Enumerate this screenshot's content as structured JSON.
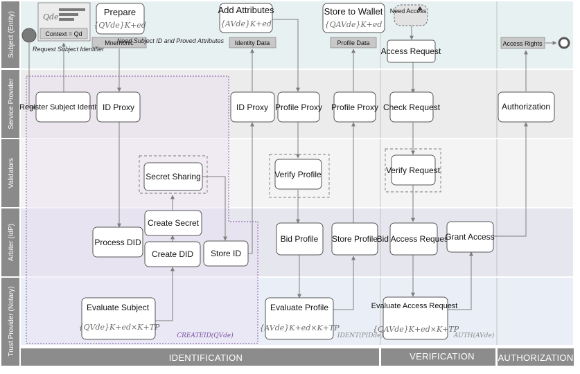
{
  "lanes": [
    "Subject (Entity)",
    "Service Provider",
    "Validators",
    "Arbiter (IdP)",
    "Trust Provider (Notary)"
  ],
  "phases": [
    "IDENTIFICATION",
    "VERIFICATION",
    "AUTHORIZATION"
  ],
  "nodes": {
    "prepare": "Prepare",
    "add_attributes": "Add Attributes",
    "store_to_wallet": "Store to Wallet",
    "need_access": "Need Access",
    "access_request": "Access Request",
    "register_subject_identifier": "Register Subject Identifier",
    "id_proxy_1": "ID Proxy",
    "id_proxy_2": "ID Proxy",
    "profile_proxy_1": "Profile Proxy",
    "profile_proxy_2": "Profile Proxy",
    "check_request": "Check Request",
    "authorization": "Authorization",
    "secret_sharing": "Secret Sharing",
    "verify_profile": "Verify Profile",
    "verify_request": "Verify Request",
    "create_secret": "Create Secret",
    "process_did": "Process DID",
    "create_did": "Create DID",
    "store_id": "Store ID",
    "bid_profile": "Bid Profile",
    "store_profile": "Store Profile",
    "bid_access_request": "Bid Access Request",
    "grant_access": "Grant Access",
    "evaluate_subject": "Evaluate Subject",
    "evaluate_profile": "Evaluate Profile",
    "evaluate_access_request": "Evaluate Access Request"
  },
  "tags": {
    "context": "Context = Qd",
    "mnemonic": "Mnemonic",
    "identity_data": "Identity Data",
    "profile_data": "Profile Data",
    "access_rights": "Access Rights"
  },
  "notes": {
    "request_subject_identifier": "Request Subject Identifier",
    "need_subject_id": "Need Subject ID and Proved Attributes"
  },
  "math": {
    "qde": "Qde",
    "prepare": "{QVde}K+ed",
    "add_attributes": "{AVde}K+ed",
    "store_to_wallet": "{QAVde}K+ed",
    "evaluate_subject": "{QVde}K+ed×K+TP",
    "evaluate_profile": "{AVde}K+ed×K+TP",
    "evaluate_access_request": "{QAVde}K+ed×K+TP",
    "createid": "CREATEID(QVde)",
    "ident": "IDENT(PIDde)",
    "auth": "AUTH(AVde)"
  },
  "colors": {
    "lane_label": "#8a8a8a",
    "lane_subject": "#e8f1f1",
    "lane_service": "#ececec",
    "lane_validators": "#f4f4f4",
    "lane_arbiter": "#e6e6ef",
    "lane_trust": "#e9eef7",
    "identification_region": "#7a4ea3",
    "phase_bar": "#8c8c8c"
  }
}
